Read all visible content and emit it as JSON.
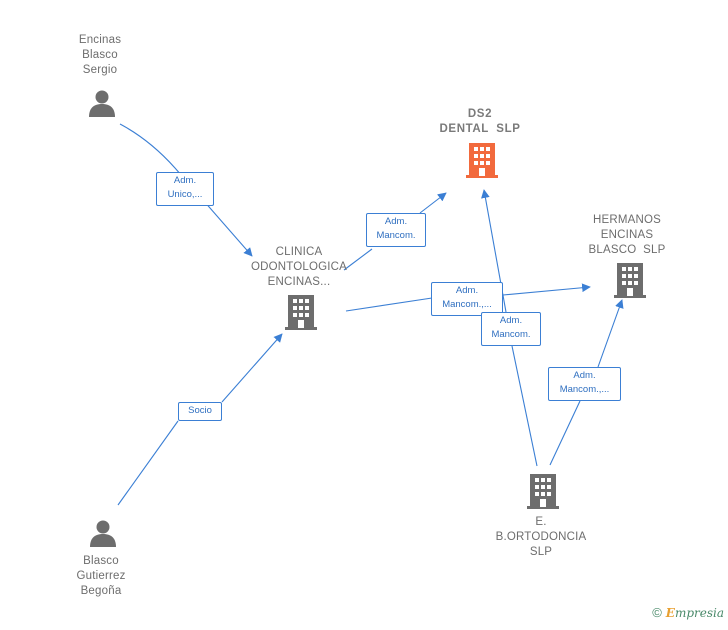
{
  "nodes": {
    "encinas": {
      "label_lines": [
        "Encinas",
        "Blasco",
        "Sergio"
      ],
      "icon": "person-icon"
    },
    "ds2": {
      "label_lines": [
        "DS2",
        "DENTAL  SLP"
      ],
      "icon": "building-icon",
      "highlight": true
    },
    "hermanos": {
      "label_lines": [
        "HERMANOS",
        "ENCINAS",
        "BLASCO  SLP"
      ],
      "icon": "building-icon"
    },
    "clinica": {
      "label_lines": [
        "CLINICA",
        "ODONTOLOGICA",
        "ENCINAS..."
      ],
      "icon": "building-icon"
    },
    "ortodoncia": {
      "label_lines": [
        "E.",
        "B.ORTODONCIA",
        "SLP"
      ],
      "icon": "building-icon"
    },
    "blasco": {
      "label_lines": [
        "Blasco",
        "Gutierrez",
        "Begoña"
      ],
      "icon": "person-icon"
    }
  },
  "edges": {
    "encinas_clinica": {
      "label_lines": [
        "Adm.",
        "Unico,..."
      ]
    },
    "clinica_ds2": {
      "label_lines": [
        "Adm.",
        "Mancom."
      ]
    },
    "clinica_hermanos": {
      "label_lines": [
        "Adm.",
        "Mancom.,..."
      ]
    },
    "ortodoncia_ds2": {
      "label_lines": [
        "Adm.",
        "Mancom."
      ]
    },
    "ortodoncia_hermanos": {
      "label_lines": [
        "Adm.",
        "Mancom.,..."
      ]
    },
    "blasco_clinica": {
      "label_lines": [
        "Socio"
      ]
    }
  },
  "colors": {
    "edge": "#3b7fd4",
    "node_gray": "#6d6d6d",
    "highlight": "#f26a3d"
  },
  "footer": {
    "copyright_symbol": "©",
    "brand_initial": "E",
    "brand_rest": "mpresia"
  }
}
